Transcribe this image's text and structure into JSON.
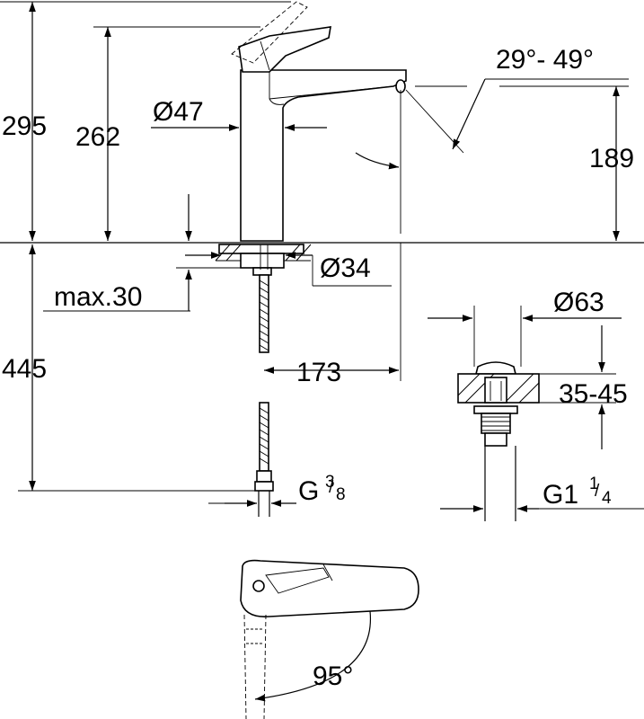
{
  "dimensions": {
    "total_height": "295",
    "spout_height": "262",
    "aerator_height": "189",
    "body_diameter": "Ø47",
    "hole_diameter": "Ø34",
    "max_thickness": "max.30",
    "hose_length": "445",
    "reach": "173",
    "waste_diameter": "Ø63",
    "waste_range": "35-45"
  },
  "angles": {
    "aerator_angle": "29°- 49°",
    "handle_rotation": "95°"
  },
  "threads": {
    "hose_thread_prefix": "G",
    "hose_thread_num": "3",
    "hose_thread_den": "8",
    "waste_thread_prefix": "G1",
    "waste_thread_num": "1",
    "waste_thread_den": "4"
  },
  "colors": {
    "line": "#000000",
    "background": "#ffffff"
  }
}
